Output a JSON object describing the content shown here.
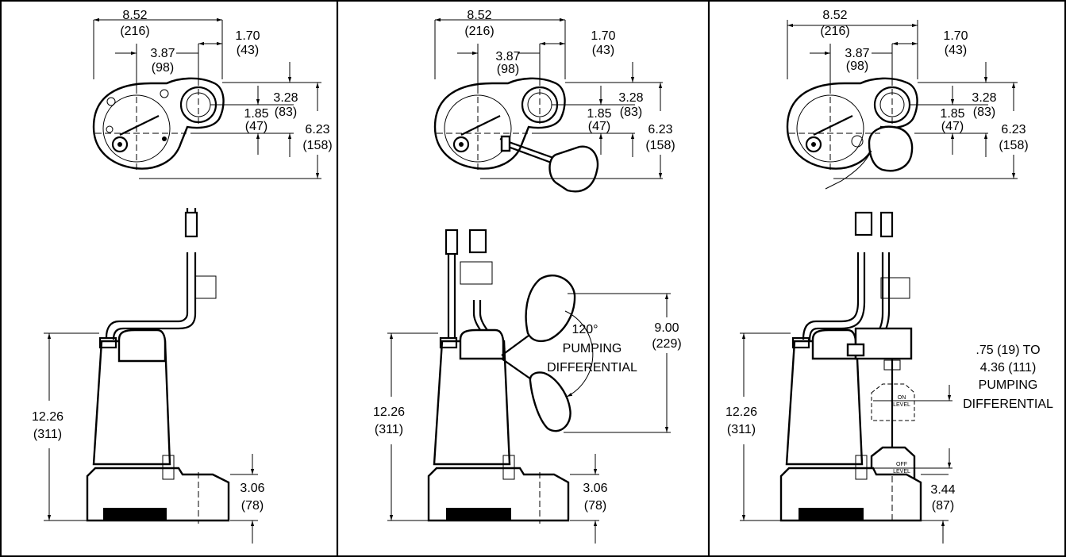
{
  "panels": [
    {
      "id": "panel-standard",
      "top_view": {
        "overall_width": "8.52",
        "overall_width_mm": "(216)",
        "center_offset": "3.87",
        "center_offset_mm": "(98)",
        "discharge_offset": "1.70",
        "discharge_offset_mm": "(43)",
        "discharge_depth": "3.28",
        "discharge_depth_mm": "(83)",
        "center_depth": "1.85",
        "center_depth_mm": "(47)",
        "overall_depth": "6.23",
        "overall_depth_mm": "(158)"
      },
      "side_view": {
        "height": "12.26",
        "height_mm": "(311)",
        "inlet": "3.06",
        "inlet_mm": "(78)"
      }
    },
    {
      "id": "panel-tether",
      "top_view": {
        "overall_width": "8.52",
        "overall_width_mm": "(216)",
        "center_offset": "3.87",
        "center_offset_mm": "(98)",
        "discharge_offset": "1.70",
        "discharge_offset_mm": "(43)",
        "discharge_depth": "3.28",
        "discharge_depth_mm": "(83)",
        "center_depth": "1.85",
        "center_depth_mm": "(47)",
        "overall_depth": "6.23",
        "overall_depth_mm": "(158)"
      },
      "side_view": {
        "height": "12.26",
        "height_mm": "(311)",
        "inlet": "3.06",
        "inlet_mm": "(78)",
        "angle": "120°",
        "diff_line1": "PUMPING",
        "diff_line2": "DIFFERENTIAL",
        "float_range": "9.00",
        "float_range_mm": "(229)"
      }
    },
    {
      "id": "panel-vertical",
      "top_view": {
        "overall_width": "8.52",
        "overall_width_mm": "(216)",
        "center_offset": "3.87",
        "center_offset_mm": "(98)",
        "discharge_offset": "1.70",
        "discharge_offset_mm": "(43)",
        "discharge_depth": "3.28",
        "discharge_depth_mm": "(83)",
        "center_depth": "1.85",
        "center_depth_mm": "(47)",
        "overall_depth": "6.23",
        "overall_depth_mm": "(158)"
      },
      "side_view": {
        "height": "12.26",
        "height_mm": "(311)",
        "inlet": "3.44",
        "inlet_mm": "(87)",
        "range_line1": ".75 (19) TO",
        "range_line2": "4.36 (111)",
        "range_line3": "PUMPING",
        "range_line4": "DIFFERENTIAL",
        "on_level_1": "ON",
        "on_level_2": "LEVEL",
        "off_level_1": "OFF",
        "off_level_2": "LEVEL"
      }
    }
  ]
}
